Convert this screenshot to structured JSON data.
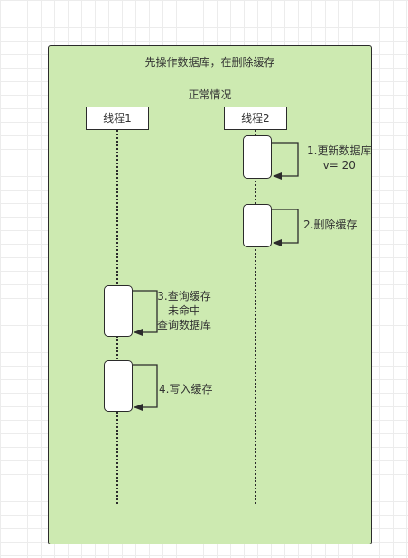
{
  "diagram": {
    "title": "先操作数据库，在删除缓存",
    "subtitle": "正常情况",
    "actors": [
      {
        "label": "线程1"
      },
      {
        "label": "线程2"
      }
    ],
    "messages": [
      {
        "line1": "1.更新数据库",
        "line2": "v= 20"
      },
      {
        "line1": "2.删除缓存"
      },
      {
        "line1": "3.查询缓存",
        "line2": "未命中",
        "line3": "查询数据库"
      },
      {
        "line1": "4.写入缓存"
      }
    ],
    "colors": {
      "frame_fill": "#cdeab1",
      "frame_border": "#2b2b2b",
      "box_fill": "#ffffff"
    }
  }
}
